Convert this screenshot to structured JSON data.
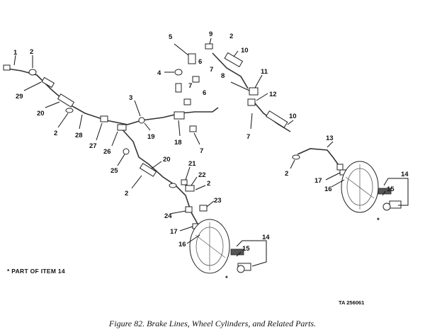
{
  "callouts": {
    "c01": "1",
    "c02": "2",
    "c03": "29",
    "c04": "20",
    "c05": "2",
    "c06": "28",
    "c07": "27",
    "c08": "26",
    "c09": "3",
    "c10": "19",
    "c11": "5",
    "c12": "4",
    "c13": "6",
    "c14": "7",
    "c15": "7",
    "c16": "6",
    "c17": "18",
    "c18": "7",
    "c19": "9",
    "c20": "2",
    "c21": "10",
    "c22": "8",
    "c23": "11",
    "c24": "12",
    "c25": "7",
    "c26": "10",
    "c27": "13",
    "c28": "2",
    "c29": "17",
    "c30": "16",
    "c31": "14",
    "c32": "15",
    "c33": "25",
    "c34": "20",
    "c35": "21",
    "c36": "22",
    "c37": "2",
    "c38": "2",
    "c39": "23",
    "c40": "24",
    "c41": "17",
    "c42": "16",
    "c43": "14",
    "c44": "15",
    "c45": "*",
    "c46": "*"
  },
  "legend_note": "*  PART OF ITEM  14",
  "drawing_number": "TA 256061",
  "caption": "Figure 82.  Brake Lines, Wheel Cylinders, and Related Parts."
}
